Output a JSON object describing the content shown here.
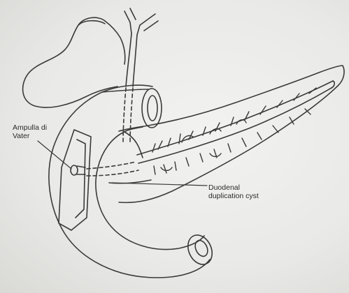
{
  "figure": {
    "labels": {
      "ampulla_line1": "Ampulla di",
      "ampulla_line2": "Vater",
      "cyst_line1": "Duodenal",
      "cyst_line2": "duplication cyst"
    }
  }
}
